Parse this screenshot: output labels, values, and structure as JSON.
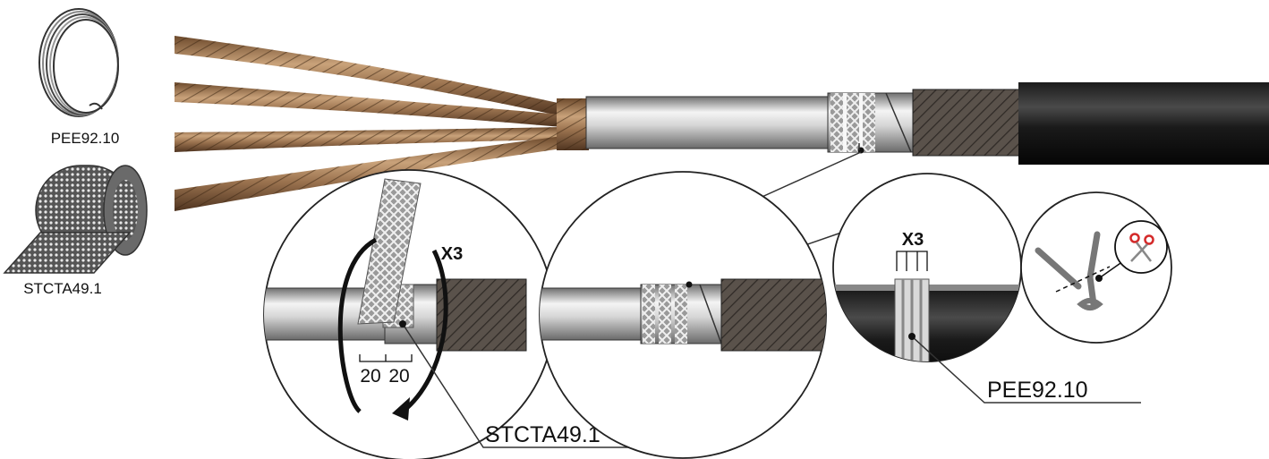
{
  "parts": {
    "wire_coil_code": "PEE92.10",
    "mesh_roll_code": "STCTA49.1"
  },
  "callouts": {
    "wrap_count": "X3",
    "dim_left": "20",
    "dim_right": "20",
    "wrap_label": "STCTA49.1",
    "bind_count": "X3",
    "bind_label": "PEE92.10"
  },
  "icons": [
    "wire-coil-icon",
    "mesh-roll-icon",
    "scissors-icon",
    "rotate-arrow-icon"
  ]
}
